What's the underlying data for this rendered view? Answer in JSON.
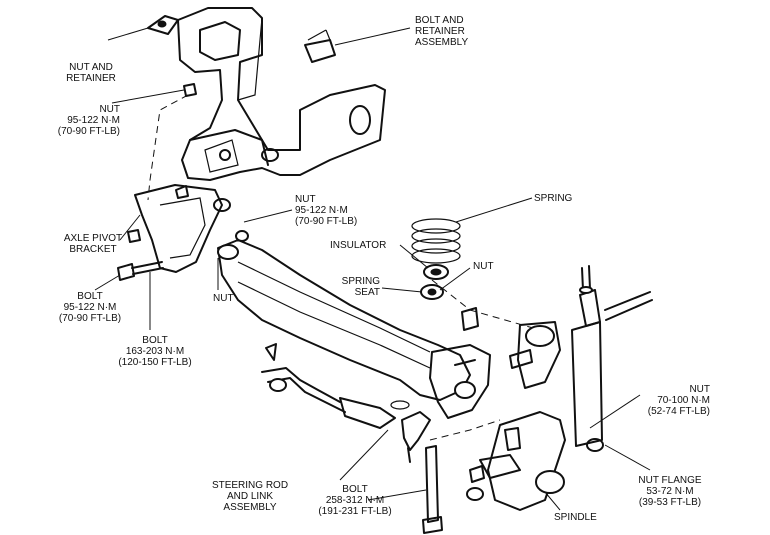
{
  "labels": {
    "bolt_retainer": [
      "BOLT AND",
      "RETAINER",
      "ASSEMBLY"
    ],
    "nut_retainer": [
      "NUT AND",
      "RETAINER"
    ],
    "nut_top": [
      "NUT",
      "95-122 N·m",
      "(70-90 FT-LB)"
    ],
    "nut_mid": [
      "NUT",
      "95-122 N·m",
      "(70-90 FT-LB)"
    ],
    "spring": [
      "SPRING"
    ],
    "axle_pivot": [
      "AXLE PIVOT",
      "BRACKET"
    ],
    "insulator": [
      "INSULATOR"
    ],
    "nut_small_right": [
      "NUT"
    ],
    "spring_seat": [
      "SPRING",
      "SEAT"
    ],
    "nut_small_left": [
      "NUT"
    ],
    "bolt_left": [
      "BOLT",
      "95-122 N·m",
      "(70-90 FT-LB)"
    ],
    "bolt_pivot": [
      "BOLT",
      "163-203 N·m",
      "(120-150 FT-LB)"
    ],
    "nut_shock": [
      "NUT",
      "70-100 N·m",
      "(52-74 FT-LB)"
    ],
    "steering_rod": [
      "STEERING ROD",
      "AND LINK",
      "ASSEMBLY"
    ],
    "bolt_bottom": [
      "BOLT",
      "258-312 N·m",
      "(191-231 FT-LB)"
    ],
    "nut_flange": [
      "NUT FLANGE",
      "53-72 N·m",
      "(39-53 FT-LB)"
    ],
    "spindle": [
      "SPINDLE"
    ]
  }
}
